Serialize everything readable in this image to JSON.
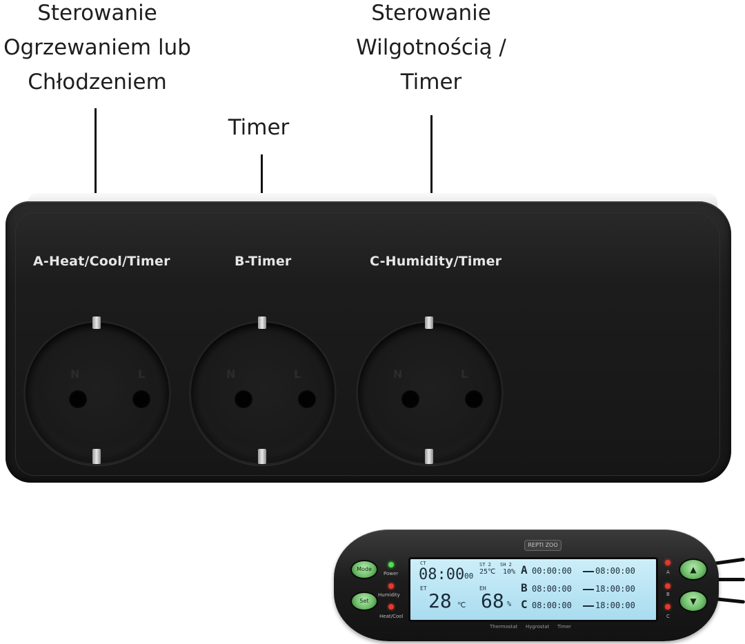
{
  "captions": {
    "a": "Sterowanie\nOgrzewaniem lub\nChłodzeniem",
    "b": "Timer",
    "c": "Sterowanie\nWilgotnością /\nTimer"
  },
  "strip": {
    "labels": {
      "a": "A-Heat/Cool/Timer",
      "b": "B-Timer",
      "c": "C-Humidity/Timer"
    },
    "pin_marks": {
      "n": "N",
      "l": "L"
    }
  },
  "controller": {
    "logo": "REPTI ZOO",
    "buttons": {
      "mode": "Mode",
      "set": "Set"
    },
    "indicators": {
      "power": "Power",
      "humidity": "Humidity",
      "heat_cool": "Heat/Cool"
    },
    "side_letters": {
      "a": "A",
      "b": "B",
      "c": "C"
    },
    "footer": {
      "thermostat": "Thermostat",
      "hygrostat": "Hygrostat",
      "timer": "Timer"
    },
    "lcd": {
      "ct_label": "CT",
      "clock": "08:00",
      "clock_suffix": "00",
      "st_label": "ST 2",
      "set_temp": "25℃",
      "sh_label": "SH 2",
      "set_hum": "10%",
      "et_label": "ET",
      "temp": "28",
      "temp_unit": "℃",
      "eh_label": "EH",
      "hum": "68",
      "hum_unit": "%",
      "rows": [
        {
          "letter": "A",
          "start": "00:00:00",
          "end": "08:00:00"
        },
        {
          "letter": "B",
          "start": "08:00:00",
          "end": "18:00:00"
        },
        {
          "letter": "C",
          "start": "08:00:00",
          "end": "18:00:00"
        }
      ]
    }
  }
}
